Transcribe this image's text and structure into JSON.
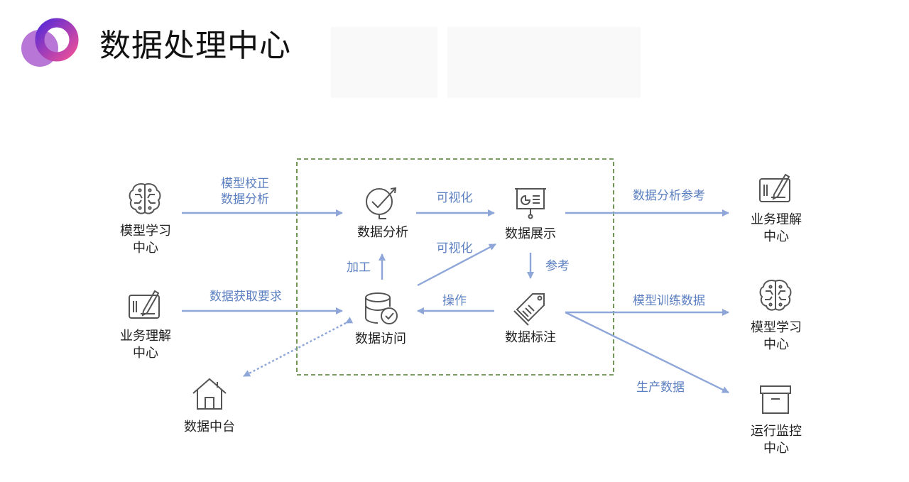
{
  "header": {
    "title": "数据处理中心"
  },
  "colors": {
    "arrow": "#8ea6d8",
    "edge_label": "#5b7fc0",
    "frame": "#4e7d2f",
    "icon": "#555555"
  },
  "nodes": {
    "model_learning_left": {
      "label": [
        "模型学习",
        "中心"
      ],
      "icon": "brain-icon"
    },
    "business_left": {
      "label": [
        "业务理解",
        "中心"
      ],
      "icon": "tablet-pen-icon"
    },
    "data_platform": {
      "label": "数据中台",
      "icon": "house-icon"
    },
    "data_analysis": {
      "label": "数据分析",
      "icon": "chart-check-icon"
    },
    "data_display": {
      "label": "数据展示",
      "icon": "presentation-icon"
    },
    "data_access": {
      "label": "数据访问",
      "icon": "database-check-icon"
    },
    "data_labeling": {
      "label": "数据标注",
      "icon": "tag-icon"
    },
    "business_right": {
      "label": [
        "业务理解",
        "中心"
      ],
      "icon": "tablet-pen-icon"
    },
    "model_learning_right": {
      "label": [
        "模型学习",
        "中心"
      ],
      "icon": "brain-icon"
    },
    "ops_monitor": {
      "label": [
        "运行监控",
        "中心"
      ],
      "icon": "archive-box-icon"
    }
  },
  "edges": {
    "calibration": [
      "模型校正",
      "数据分析"
    ],
    "acquisition": "数据获取要求",
    "visualize_top": "可视化",
    "visualize_diag": "可视化",
    "process": "加工",
    "reference": "参考",
    "operate": "操作",
    "analysis_ref": "数据分析参考",
    "training": "模型训练数据",
    "production": "生产数据"
  }
}
